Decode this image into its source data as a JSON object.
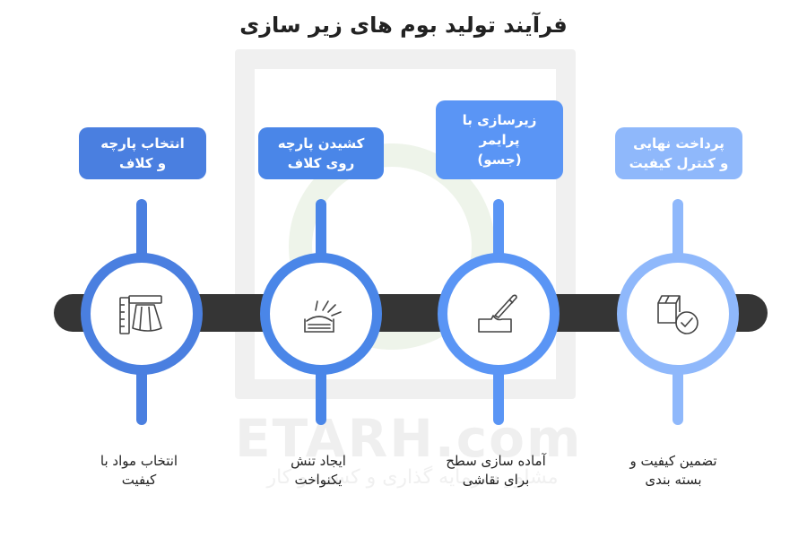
{
  "title": "فرآیند تولید بوم های زیر سازی",
  "watermark": {
    "brand": "ETARH.com",
    "tagline": "مشاور سرمایه گذاری و کسب و کار"
  },
  "colors": {
    "track": "#353535",
    "step1": "#4a7fe0",
    "step2": "#4a86e8",
    "step3": "#5a95f5",
    "step4": "#8fb8fb"
  },
  "steps": [
    {
      "title": "انتخاب پارچه\nو کلاف",
      "caption": "انتخاب مواد با\nکیفیت",
      "icon": "fabric-selection-icon"
    },
    {
      "title": "کشیدن پارچه\nروی کلاف",
      "caption": "ایجاد تنش\nیکنواخت",
      "icon": "stretch-icon"
    },
    {
      "title": "زیرسازی با\nپرایمر\n(جسو)",
      "caption": "آماده سازی سطح\nبرای نقاشی",
      "icon": "paint-brush-icon"
    },
    {
      "title": "پرداخت نهایی\nو کنترل کیفیت",
      "caption": "تضمین کیفیت و\nبسته بندی",
      "icon": "package-check-icon"
    }
  ]
}
